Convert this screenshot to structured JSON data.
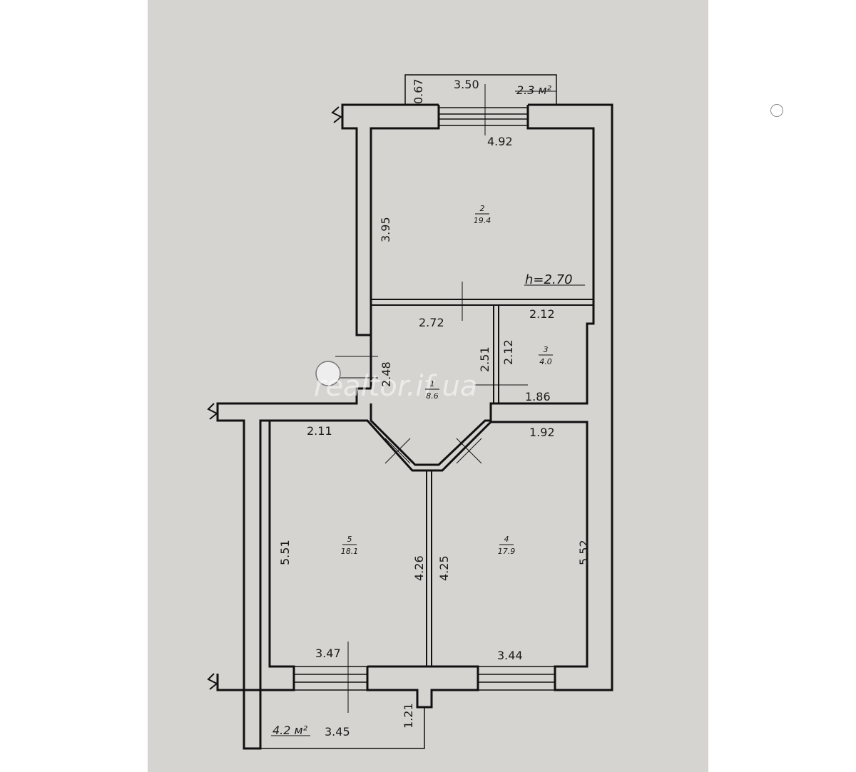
{
  "plan": {
    "ceiling_height": "h=2.70",
    "watermark": "realtor.if.ua",
    "rooms": [
      {
        "number": "1",
        "area": "8.6"
      },
      {
        "number": "2",
        "area": "19.4"
      },
      {
        "number": "3",
        "area": "4.0"
      },
      {
        "number": "4",
        "area": "17.9"
      },
      {
        "number": "5",
        "area": "18.1"
      }
    ],
    "balconies": [
      {
        "area": "2.3 м²"
      },
      {
        "area": "4.2 м²"
      }
    ],
    "dimensions": {
      "top_balcony_depth": "0.67",
      "top_balcony_width": "3.50",
      "room2_width": "4.92",
      "room2_depth": "3.95",
      "hall_width": "2.72",
      "hall_depth_left": "2.48",
      "hall_depth_mid": "2.51",
      "bath_width_top": "2.12",
      "bath_depth": "2.12",
      "bath_width_bottom": "1.86",
      "room5_top": "2.11",
      "room4_top": "1.92",
      "room5_depth": "5.51",
      "room5_inner": "4.26",
      "room4_inner": "4.25",
      "room4_depth": "5.52",
      "room5_bottom": "3.47",
      "room4_bottom": "3.44",
      "bottom_balcony_depth": "1.21",
      "bottom_balcony_width": "3.45"
    }
  }
}
